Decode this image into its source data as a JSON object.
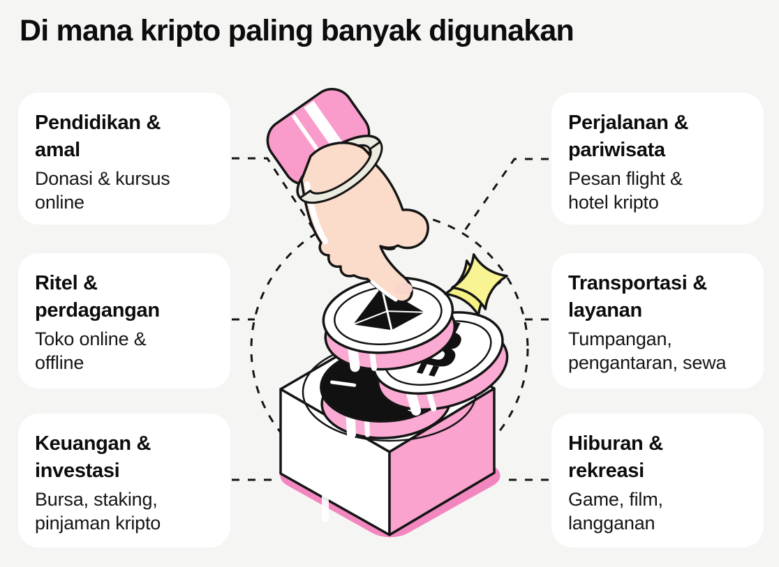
{
  "title": "Di mana kripto paling banyak digunakan",
  "cards": [
    {
      "id": "pendidikan-amal",
      "side": "left",
      "title": "Pendidikan &\namal",
      "body": "Donasi & kursus\nonline"
    },
    {
      "id": "ritel-perdagangan",
      "side": "left",
      "title": "Ritel &\nperdagangan",
      "body": "Toko online &\noffline"
    },
    {
      "id": "keuangan-investasi",
      "side": "left",
      "title": "Keuangan &\ninvestasi",
      "body": "Bursa, staking,\npinjaman kripto"
    },
    {
      "id": "perjalanan-pariwisata",
      "side": "right",
      "title": "Perjalanan &\npariwisata",
      "body": "Pesan flight &\nhotel kripto"
    },
    {
      "id": "transportasi-layanan",
      "side": "right",
      "title": "Transportasi &\nlayanan",
      "body": "Tumpangan,\npengantaran, sewa"
    },
    {
      "id": "hiburan-rekreasi",
      "side": "right",
      "title": "Hiburan &\nrekreasi",
      "body": "Game, film,\nlangganan"
    }
  ],
  "illustration": {
    "description": "Hand with pink striped cuff and bracelet placing crypto coins (Ethereum coin, Bitcoin coin, black coin) into a slot on a white-and-pink isometric box, yellow sparkle, dashed circle with dashed connector lines to each card",
    "icons": [
      "pointing-hand",
      "ethereum-coin",
      "bitcoin-coin",
      "black-coin",
      "isometric-box",
      "sparkle-icon",
      "dashed-circle",
      "connector-lines"
    ],
    "bitcoin_symbol": "B",
    "coin_count": 3
  },
  "colors": {
    "background": "#F5F5F4",
    "card": "#FFFFFF",
    "ink": "#141414",
    "title_color": "#0C0C0C",
    "text_color": "#151515",
    "pink": "#FBABD3",
    "box_pink": "#F9A3CE",
    "pink_deep": "#F287BF",
    "skin": "#FBDCCA",
    "sleeve_pink": "#FA9CCB",
    "bracelet": "#ECEBDF",
    "yellow": "#F6F185",
    "yellow_light": "#F8F493",
    "coin_black": "#111111",
    "blush": "#F9D5CC"
  }
}
